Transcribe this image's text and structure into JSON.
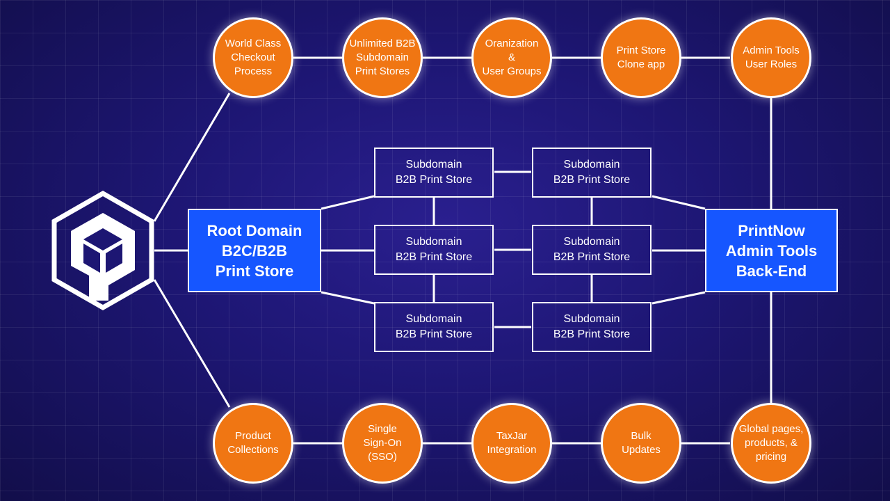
{
  "logo": {
    "icon": "printnow-hexagon-logo-icon"
  },
  "root_store": {
    "label": "Root Domain\nB2C/B2B\nPrint Store"
  },
  "admin_backend": {
    "label": "PrintNow\nAdmin Tools\nBack-End"
  },
  "subdomains": [
    {
      "label": "Subdomain\nB2B Print Store"
    },
    {
      "label": "Subdomain\nB2B Print Store"
    },
    {
      "label": "Subdomain\nB2B Print Store"
    },
    {
      "label": "Subdomain\nB2B Print Store"
    },
    {
      "label": "Subdomain\nB2B Print Store"
    },
    {
      "label": "Subdomain\nB2B Print Store"
    }
  ],
  "top_features": [
    {
      "label": "World Class\nCheckout\nProcess"
    },
    {
      "label": "Unlimited B2B\nSubdomain\nPrint Stores"
    },
    {
      "label": "Oranization\n&\nUser Groups"
    },
    {
      "label": "Print Store\nClone app"
    },
    {
      "label": "Admin Tools\nUser Roles"
    }
  ],
  "bottom_features": [
    {
      "label": "Product\nCollections"
    },
    {
      "label": "Single\nSign-On\n(SSO)"
    },
    {
      "label": "TaxJar\nIntegration"
    },
    {
      "label": "Bulk\nUpdates"
    },
    {
      "label": "Global pages,\nproducts, &\npricing"
    }
  ],
  "colors": {
    "background": "#1d1673",
    "feature_circle": "#f07613",
    "main_box": "#1656ff",
    "line": "#ffffff"
  }
}
